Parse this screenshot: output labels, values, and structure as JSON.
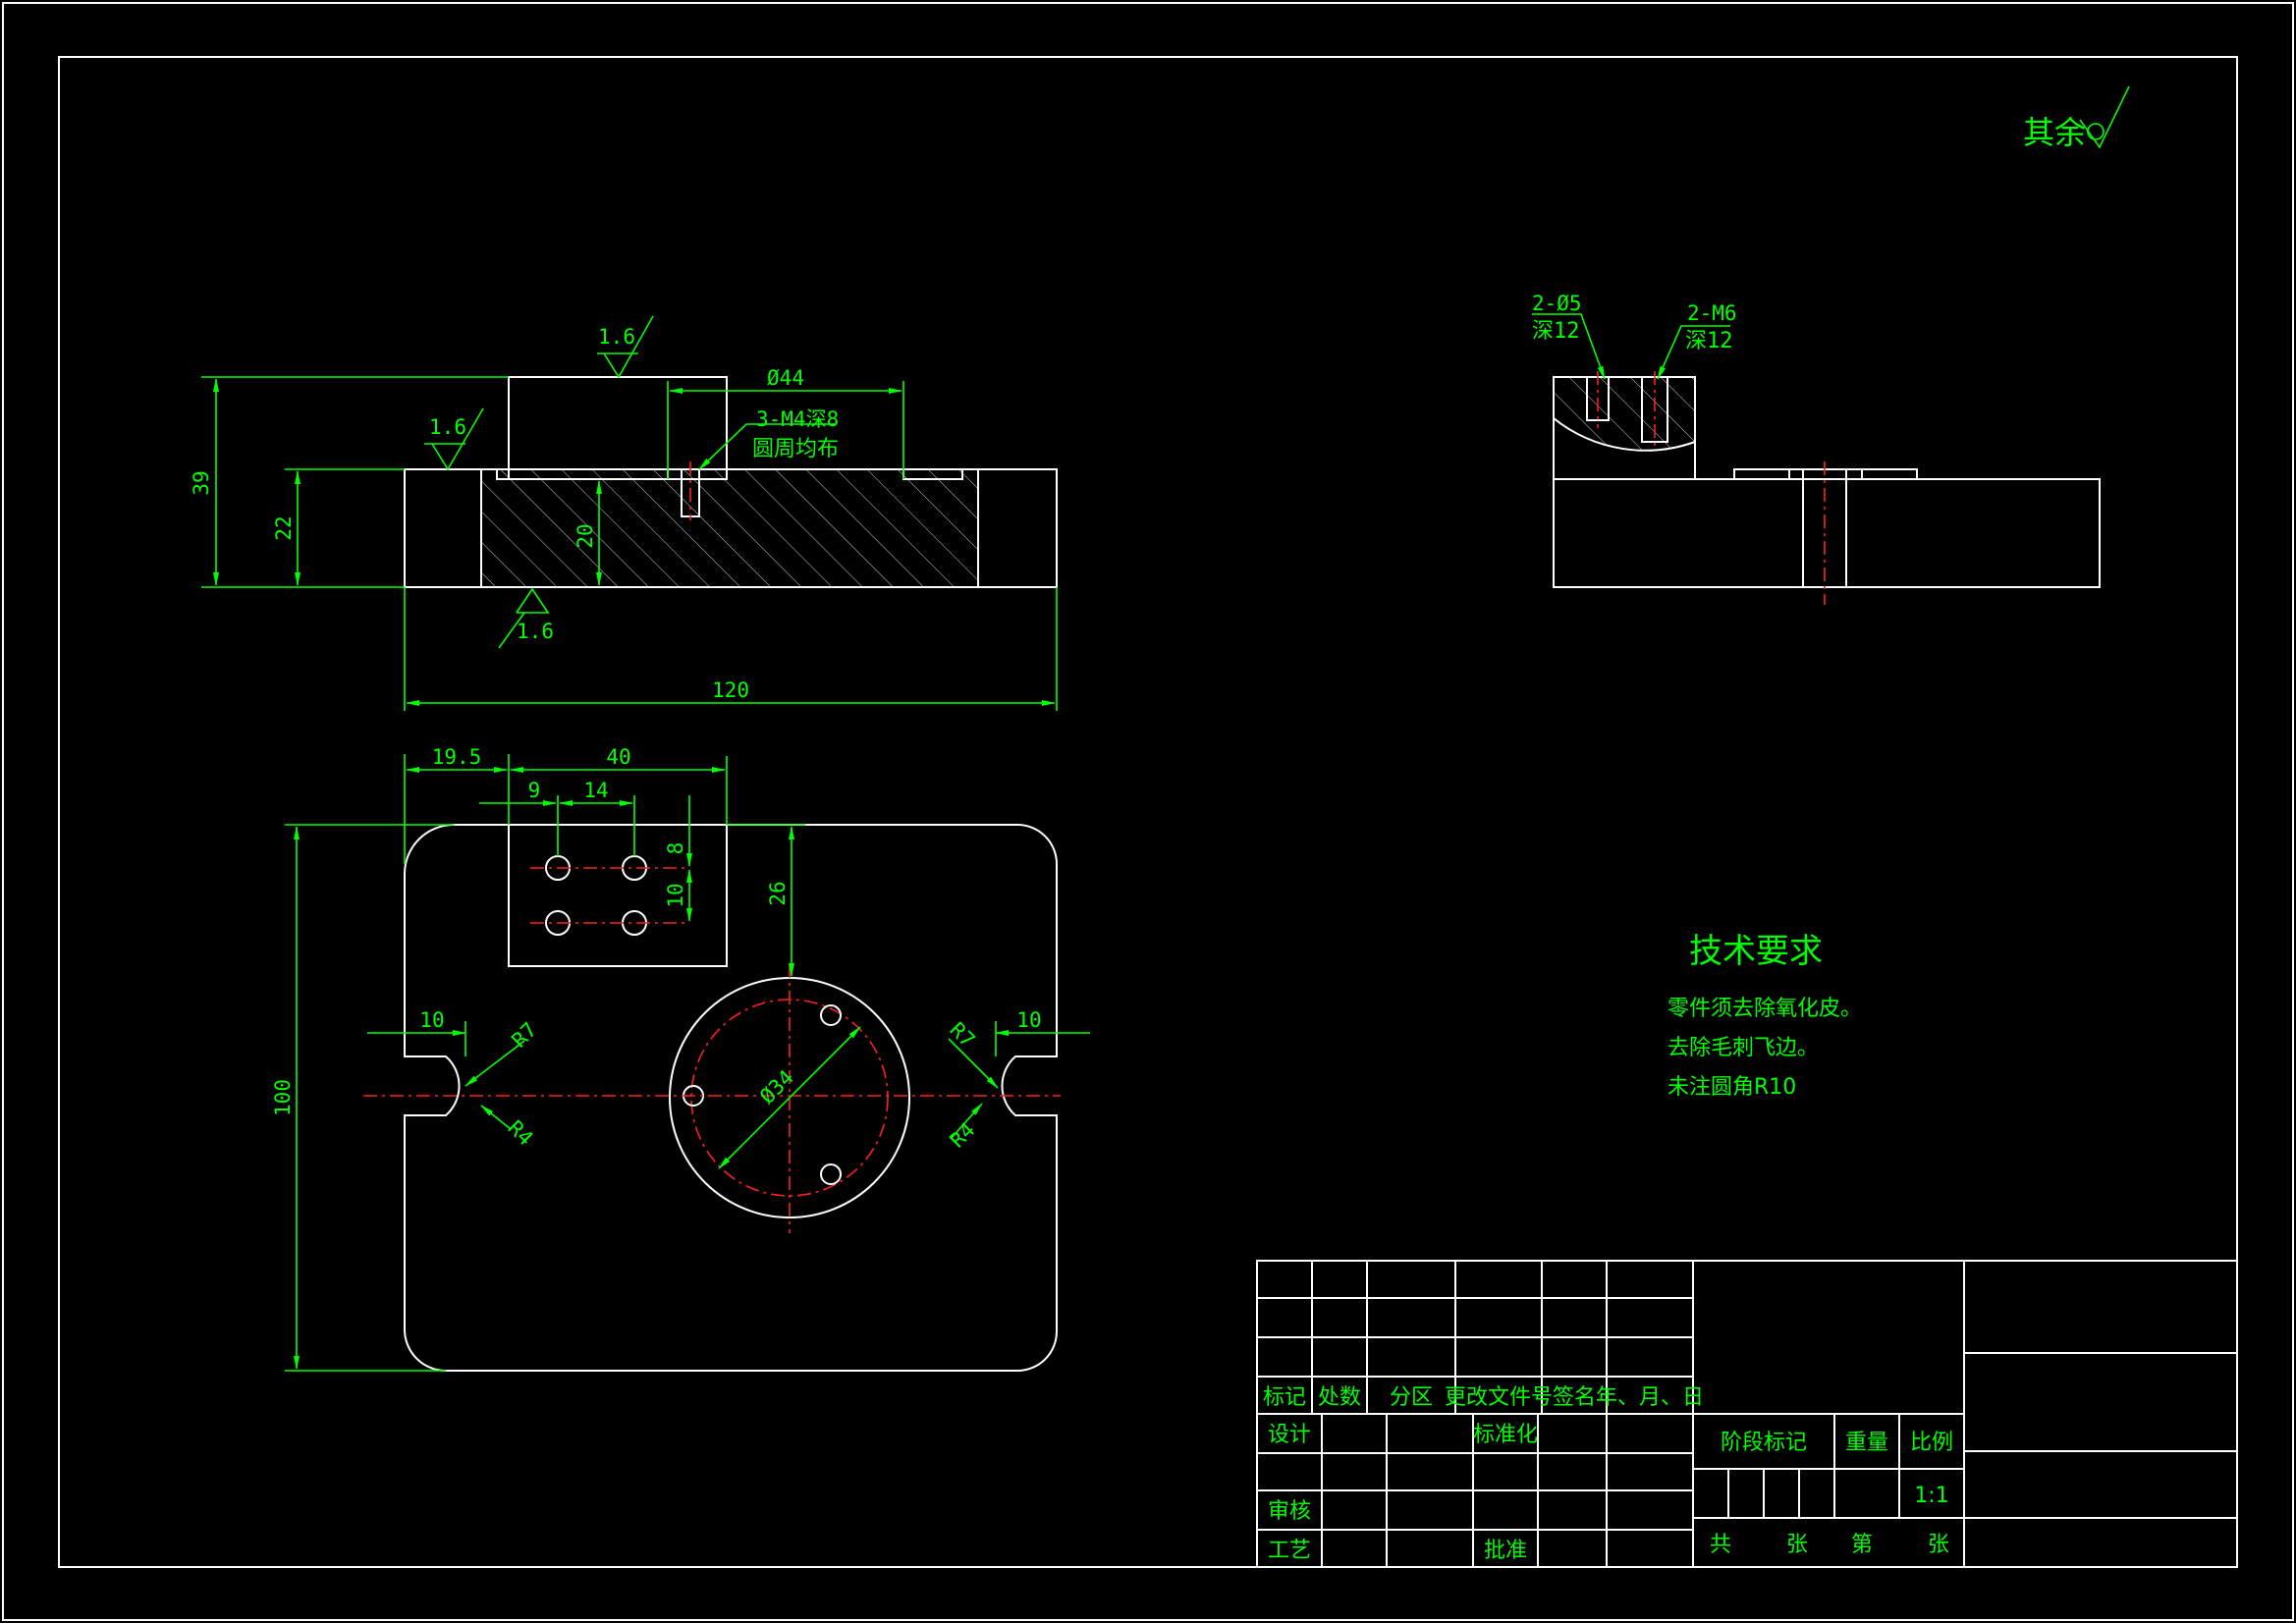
{
  "surface_finish": {
    "other_label": "其余",
    "value_top": "1.6",
    "value_left": "1.6",
    "value_bottom": "1.6"
  },
  "front_view_dims": {
    "dia_44": "Ø44",
    "thread_note_1": "3-M4深8",
    "thread_note_2": "圆周均布",
    "h_39": "39",
    "h_22": "22",
    "h_20": "20",
    "w_120": "120"
  },
  "side_view_dims": {
    "hole_note_1": "2-Ø5",
    "hole_note_2": "深12",
    "thread_note_1": "2-M6",
    "thread_note_2": "深12"
  },
  "plan_view_dims": {
    "w_19_5": "19.5",
    "w_40": "40",
    "w_9": "9",
    "w_14": "14",
    "h_8": "8",
    "h_10": "10",
    "h_26": "26",
    "h_100": "100",
    "slot_left_10": "10",
    "slot_right_10": "10",
    "r7_left": "R7",
    "r4_left": "R4",
    "r7_right": "R7",
    "r4_right": "R4",
    "dia_34": "Ø34"
  },
  "tech_requirements": {
    "title": "技术要求",
    "items": [
      "零件须去除氧化皮。",
      "去除毛刺飞边。",
      "未注圆角R10"
    ]
  },
  "title_block": {
    "mark": "标记",
    "count": "处数",
    "zone": "分区",
    "change_doc": "更改文件号",
    "signature": "签名",
    "date": "年、月、日",
    "design": "设计",
    "standardize": "标准化",
    "review": "审核",
    "process": "工艺",
    "approve": "批准",
    "stage_mark": "阶段标记",
    "weight": "重量",
    "scale": "比例",
    "scale_value": "1:1",
    "total": "共",
    "sheet": "张",
    "number": "第",
    "sheet2": "张"
  },
  "colors": {
    "background": "#000000",
    "outline": "#ffffff",
    "dimension": "#00ff00",
    "centerline": "#ff2020"
  }
}
